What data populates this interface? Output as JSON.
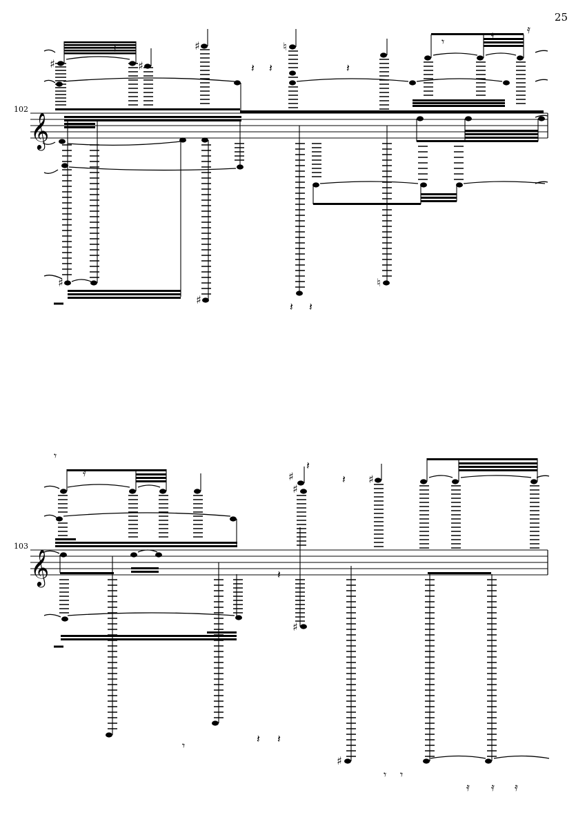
{
  "page": {
    "number": "25"
  },
  "systems": [
    {
      "measure_number": "102"
    },
    {
      "measure_number": "103"
    }
  ],
  "notation": {
    "clef": "treble",
    "clef_glyph": "𝄞",
    "sharp_glyph": "♯",
    "natural_glyph": "♮",
    "rest_glyph": "𝄽",
    "eighth_rest_glyph": "𝄾",
    "sixteenth_rest_glyph": "𝄿"
  }
}
